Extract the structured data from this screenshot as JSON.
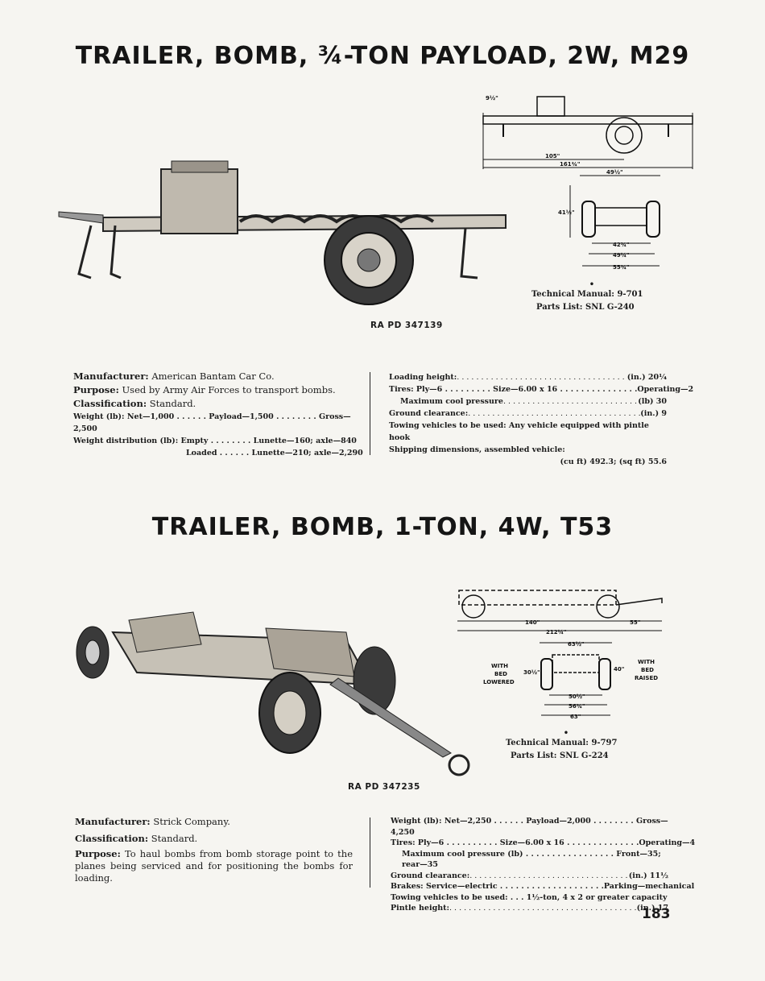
{
  "m29": {
    "title": "TRAILER, BOMB, ¾-TON PAYLOAD, 2W, M29",
    "ra_pd": "RA PD 347139",
    "tech_manual": "Technical Manual: 9-701",
    "parts_list": "Parts List: SNL G-240",
    "dims": {
      "a": "9½\"",
      "b": "105\"",
      "c": "161¾\"",
      "d": "49½\"",
      "e": "41½\"",
      "f": "42¾\"",
      "g": "49¼\"",
      "h": "55¾\""
    },
    "left": {
      "manufacturer_label": "Manufacturer:",
      "manufacturer": "American Bantam Car Co.",
      "purpose_label": "Purpose:",
      "purpose": "Used by Army Air Forces to transport bombs.",
      "classification_label": "Classification:",
      "classification": "Standard.",
      "weight": "Weight (lb): Net—1,000 . . . . . . Payload—1,500 . . . . . . . . Gross—2,500",
      "wdist": "Weight distribution (lb): Empty . . . . . . . . Lunette—160; axle—840",
      "wdist2": "Loaded . . . . . . Lunette—210; axle—2,290"
    },
    "right": {
      "loading_label": "Loading height:",
      "loading_value": "(in.) 20¼",
      "tires_label": "Tires: Ply—6 . . . . . . . . . Size—6.00 x 16 . . . . . . . . . . . . . . .",
      "tires_value": "Operating—2",
      "pressure_label": "Maximum cool pressure",
      "pressure_value": "(lb)     30",
      "clearance_label": "Ground clearance:",
      "clearance_value": "(in.)     9",
      "towing": "Towing vehicles to be used: Any vehicle equipped with pintle hook",
      "shipping": "Shipping dimensions, assembled vehicle:",
      "shipping_value": "(cu ft) 492.3; (sq ft) 55.6"
    }
  },
  "t53": {
    "title": "TRAILER, BOMB, 1-TON, 4W, T53",
    "ra_pd": "RA PD 347235",
    "tech_manual": "Technical Manual: 9-797",
    "parts_list": "Parts List: SNL G-224",
    "dims": {
      "a": "140\"",
      "b": "55\"",
      "c": "212¼\"",
      "d": "63½\"",
      "e": "30½\"",
      "f": "40\"",
      "g": "50½\"",
      "h": "56¾\"",
      "i": "63\"",
      "with1": "WITH",
      "bed1": "BED",
      "lowered": "LOWERED",
      "with2": "WITH",
      "bed2": "BED",
      "raised": "RAISED"
    },
    "left": {
      "manufacturer_label": "Manufacturer:",
      "manufacturer": "Strick Company.",
      "classification_label": "Classification:",
      "classification": "Standard.",
      "purpose_label": "Purpose:",
      "purpose": "To haul bombs from bomb storage point to the planes being serviced and for positioning the bombs for loading."
    },
    "right": {
      "weight": "Weight (lb): Net—2,250 . . . . . . Payload—2,000 . . . . . . . . Gross—4,250",
      "tires_label": "Tires: Ply—6 . . . . . . . . . . Size—6.00 x 16 . . . . . . . . . . . . . .",
      "tires_value": "Operating—4",
      "pressure": "Maximum cool pressure (lb) . . . . . . . . . . . . . . . . . Front—35; rear—35",
      "clearance_label": "Ground clearance:",
      "clearance_value": "(in.) 11½",
      "brakes_label": "Brakes: Service—electric . . . . . . . . . . . . . . . . . . . .",
      "brakes_value": "Parking—mechanical",
      "towing": "Towing vehicles to be used: . . . 1½-ton, 4 x 2 or greater capacity",
      "pintle_label": "Pintle height:",
      "pintle_value": "(in.)   17"
    }
  },
  "page_number": "183"
}
